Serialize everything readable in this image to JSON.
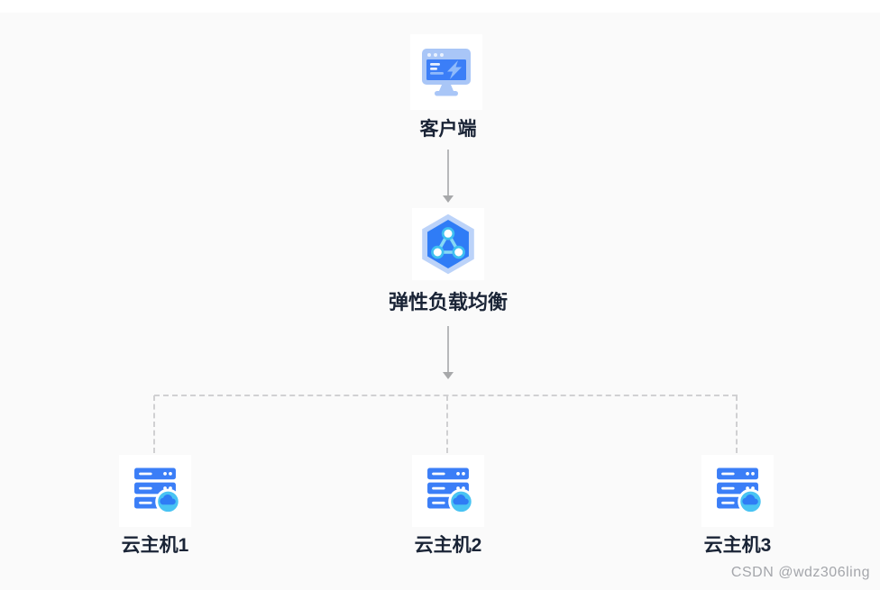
{
  "page": {
    "watermark": "CSDN @wdz306ling"
  },
  "diagram": {
    "client": {
      "label": "客户端",
      "icon": "monitor-lightning-icon"
    },
    "load_balancer": {
      "label": "弹性负载均衡",
      "icon": "hexagon-network-icon"
    },
    "hosts": [
      {
        "label": "云主机1",
        "icon": "cloud-server-icon"
      },
      {
        "label": "云主机2",
        "icon": "cloud-server-icon"
      },
      {
        "label": "云主机3",
        "icon": "cloud-server-icon"
      }
    ]
  },
  "colors": {
    "background": "#fafafa",
    "tile": "#ffffff",
    "icon_blue": "#3b7ef7",
    "icon_light_blue": "#a9c6f7",
    "hex_outer": "#bcd3f9",
    "hex_inner": "#2f7cf6",
    "badge_cyan": "#49c3f3",
    "badge_cloud": "#2f7cf5",
    "label_text": "#1a2436",
    "connector": "#b7b8ba",
    "dashed": "#d0d0d2",
    "watermark": "#a4a6ab"
  }
}
